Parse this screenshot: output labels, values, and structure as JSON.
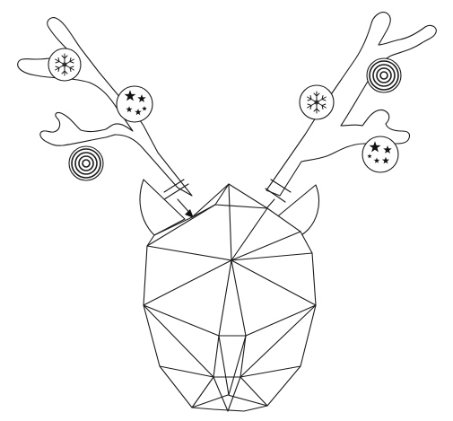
{
  "illustration": {
    "subject": "reindeer-head-trophy",
    "style": "low-poly line art",
    "colors": {
      "ink": "#1a1a1a",
      "background": "#ffffff"
    },
    "ornaments": [
      {
        "side": "left",
        "motif": "snowflake-icon"
      },
      {
        "side": "left",
        "motif": "stars-icon"
      },
      {
        "side": "left",
        "motif": "concentric-rings-icon"
      },
      {
        "side": "right",
        "motif": "snowflake-icon"
      },
      {
        "side": "right",
        "motif": "concentric-rings-icon"
      },
      {
        "side": "right",
        "motif": "stars-icon"
      }
    ]
  }
}
